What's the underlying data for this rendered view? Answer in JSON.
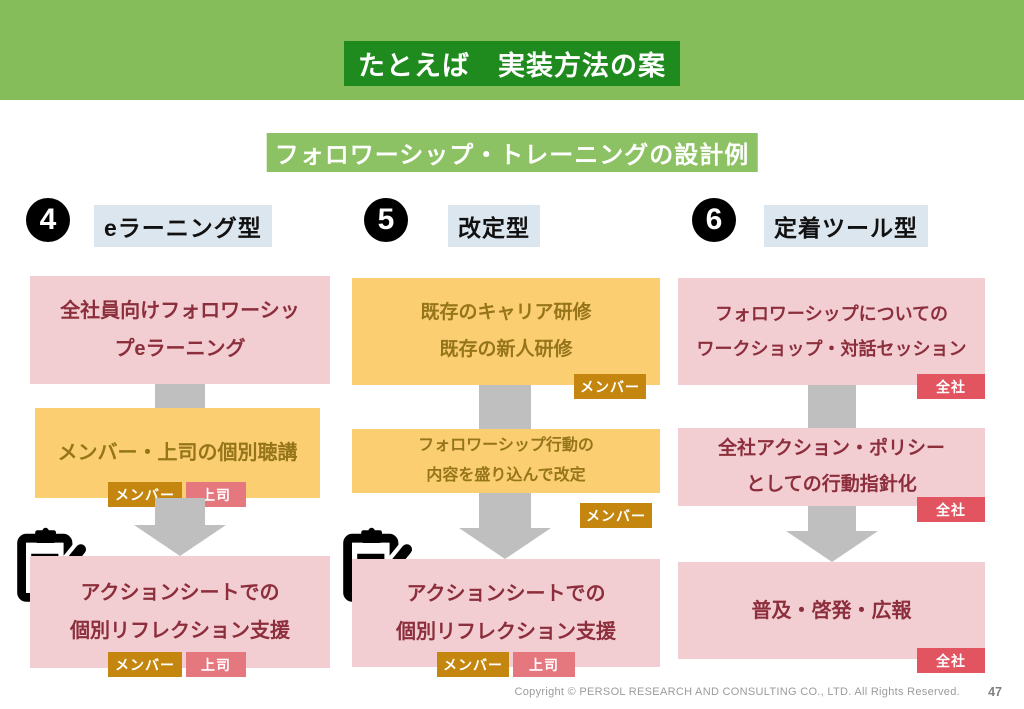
{
  "slide": {
    "title": "たとえば　実装方法の案",
    "subtitle": "フォロワーシップ・トレーニングの設計例",
    "footer": {
      "copyright": "Copyright © PERSOL RESEARCH AND CONSULTING CO., LTD. All Rights Reserved.",
      "page_number": "47"
    },
    "colors": {
      "banner_green": "#85bd5a",
      "title_box_green": "#1f8b1f",
      "subtitle_green": "#8cc263",
      "heading_highlight": "#dce6ee",
      "pink_box": "#f2ced3",
      "pink_text": "#8c2e3c",
      "yellow_box": "#fbce72",
      "yellow_text": "#96751a",
      "tag_member_orange": "#c4860e",
      "tag_boss_salmon": "#e5787f",
      "tag_company_red": "#e25560",
      "arrow_gray": "#bfbfbf"
    }
  },
  "columns": [
    {
      "number": "4",
      "heading": "eラーニング型",
      "boxes": [
        {
          "style": "pink",
          "lines": [
            "全社員向けフォロワーシッ",
            "プeラーニング"
          ],
          "tags": []
        },
        {
          "style": "yellow",
          "lines": [
            "メンバー・上司の個別聴講"
          ],
          "tags": [
            {
              "label": "メンバー",
              "style": "orange"
            },
            {
              "label": "上司",
              "style": "salmon"
            }
          ]
        },
        {
          "style": "pink",
          "lines": [
            "アクションシートでの",
            "個別リフレクション支援"
          ],
          "tags": [
            {
              "label": "メンバー",
              "style": "orange"
            },
            {
              "label": "上司",
              "style": "salmon"
            }
          ]
        }
      ]
    },
    {
      "number": "5",
      "heading": "改定型",
      "boxes": [
        {
          "style": "yellow",
          "lines": [
            "既存のキャリア研修",
            "既存の新人研修"
          ],
          "tags": [
            {
              "label": "メンバー",
              "style": "orange"
            }
          ]
        },
        {
          "style": "yellow",
          "lines": [
            "フォロワーシップ行動の",
            "内容を盛り込んで改定"
          ],
          "tags": [
            {
              "label": "メンバー",
              "style": "orange"
            }
          ]
        },
        {
          "style": "pink",
          "lines": [
            "アクションシートでの",
            "個別リフレクション支援"
          ],
          "tags": [
            {
              "label": "メンバー",
              "style": "orange"
            },
            {
              "label": "上司",
              "style": "salmon"
            }
          ]
        }
      ]
    },
    {
      "number": "6",
      "heading": "定着ツール型",
      "boxes": [
        {
          "style": "pink",
          "lines": [
            "フォロワーシップについての",
            "ワークショップ・対話セッション"
          ],
          "tags": [
            {
              "label": "全社",
              "style": "red"
            }
          ]
        },
        {
          "style": "pink",
          "lines": [
            "全社アクション・ポリシー",
            "としての行動指針化"
          ],
          "tags": [
            {
              "label": "全社",
              "style": "red"
            }
          ]
        },
        {
          "style": "pink",
          "lines": [
            "普及・啓発・広報"
          ],
          "tags": [
            {
              "label": "全社",
              "style": "red"
            }
          ]
        }
      ]
    }
  ]
}
